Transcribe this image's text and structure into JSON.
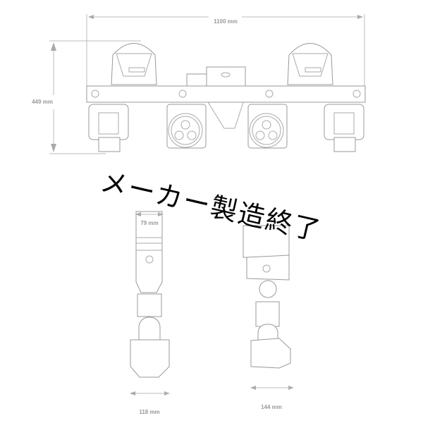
{
  "dimensions": {
    "width_total": "1100 mm",
    "height_total": "449 mm",
    "front_width": "79 mm",
    "base_width_front": "118 mm",
    "base_width_side": "144 mm"
  },
  "overlay": {
    "text": "メーカー製造終了"
  },
  "colors": {
    "line": "#999999",
    "overlay_text": "#000000"
  }
}
